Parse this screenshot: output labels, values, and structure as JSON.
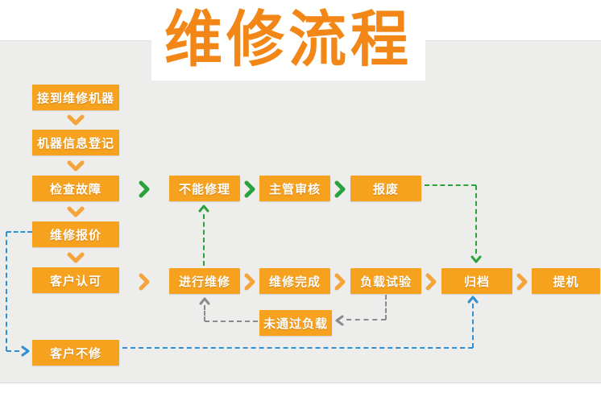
{
  "title": "维修流程",
  "colors": {
    "box_orange": "#f6a21e",
    "title_orange": "#f28718",
    "chevron_orange": "#f5a43b",
    "flow_green": "#2aa33c",
    "flow_blue": "#2e8fd5",
    "flow_gray": "#8a8a8a",
    "canvas_gray": "#ededeb",
    "text_white": "#ffffff"
  },
  "nodes": {
    "receive": {
      "label": "接到维修机器"
    },
    "register": {
      "label": "机器信息登记"
    },
    "inspect": {
      "label": "检查故障"
    },
    "quote": {
      "label": "维修报价"
    },
    "approve": {
      "label": "客户认可"
    },
    "no_repair": {
      "label": "客户不修"
    },
    "cannot_repair": {
      "label": "不能修理"
    },
    "supervisor_review": {
      "label": "主管审核"
    },
    "scrap": {
      "label": "报废"
    },
    "do_repair": {
      "label": "进行维修"
    },
    "repair_done": {
      "label": "维修完成"
    },
    "load_test": {
      "label": "负载试验"
    },
    "fail_load": {
      "label": "未通过负载"
    },
    "archive": {
      "label": "归档"
    },
    "pickup": {
      "label": "提机"
    }
  },
  "edges": [
    {
      "from": "receive",
      "to": "register",
      "style": "solid-chevron",
      "color": "orange"
    },
    {
      "from": "register",
      "to": "inspect",
      "style": "solid-chevron",
      "color": "orange"
    },
    {
      "from": "inspect",
      "to": "quote",
      "style": "solid-chevron",
      "color": "orange"
    },
    {
      "from": "quote",
      "to": "approve",
      "style": "solid-chevron",
      "color": "orange"
    },
    {
      "from": "inspect",
      "to": "cannot_repair",
      "style": "solid-chevron",
      "color": "green"
    },
    {
      "from": "cannot_repair",
      "to": "supervisor_review",
      "style": "solid-chevron",
      "color": "green"
    },
    {
      "from": "supervisor_review",
      "to": "scrap",
      "style": "solid-chevron",
      "color": "green"
    },
    {
      "from": "approve",
      "to": "do_repair",
      "style": "solid-chevron",
      "color": "orange"
    },
    {
      "from": "do_repair",
      "to": "repair_done",
      "style": "solid-chevron",
      "color": "orange"
    },
    {
      "from": "repair_done",
      "to": "load_test",
      "style": "solid-chevron",
      "color": "orange"
    },
    {
      "from": "load_test",
      "to": "archive",
      "style": "solid-chevron",
      "color": "orange"
    },
    {
      "from": "archive",
      "to": "pickup",
      "style": "solid-chevron",
      "color": "orange"
    },
    {
      "from": "quote",
      "to": "no_repair",
      "style": "dashed",
      "color": "blue"
    },
    {
      "from": "no_repair",
      "to": "archive",
      "style": "dashed",
      "color": "blue"
    },
    {
      "from": "do_repair",
      "to": "cannot_repair",
      "style": "dashed",
      "color": "green"
    },
    {
      "from": "scrap",
      "to": "archive",
      "style": "dashed",
      "color": "green"
    },
    {
      "from": "load_test",
      "to": "fail_load",
      "style": "dashed",
      "color": "gray"
    },
    {
      "from": "fail_load",
      "to": "do_repair",
      "style": "dashed",
      "color": "gray"
    }
  ]
}
